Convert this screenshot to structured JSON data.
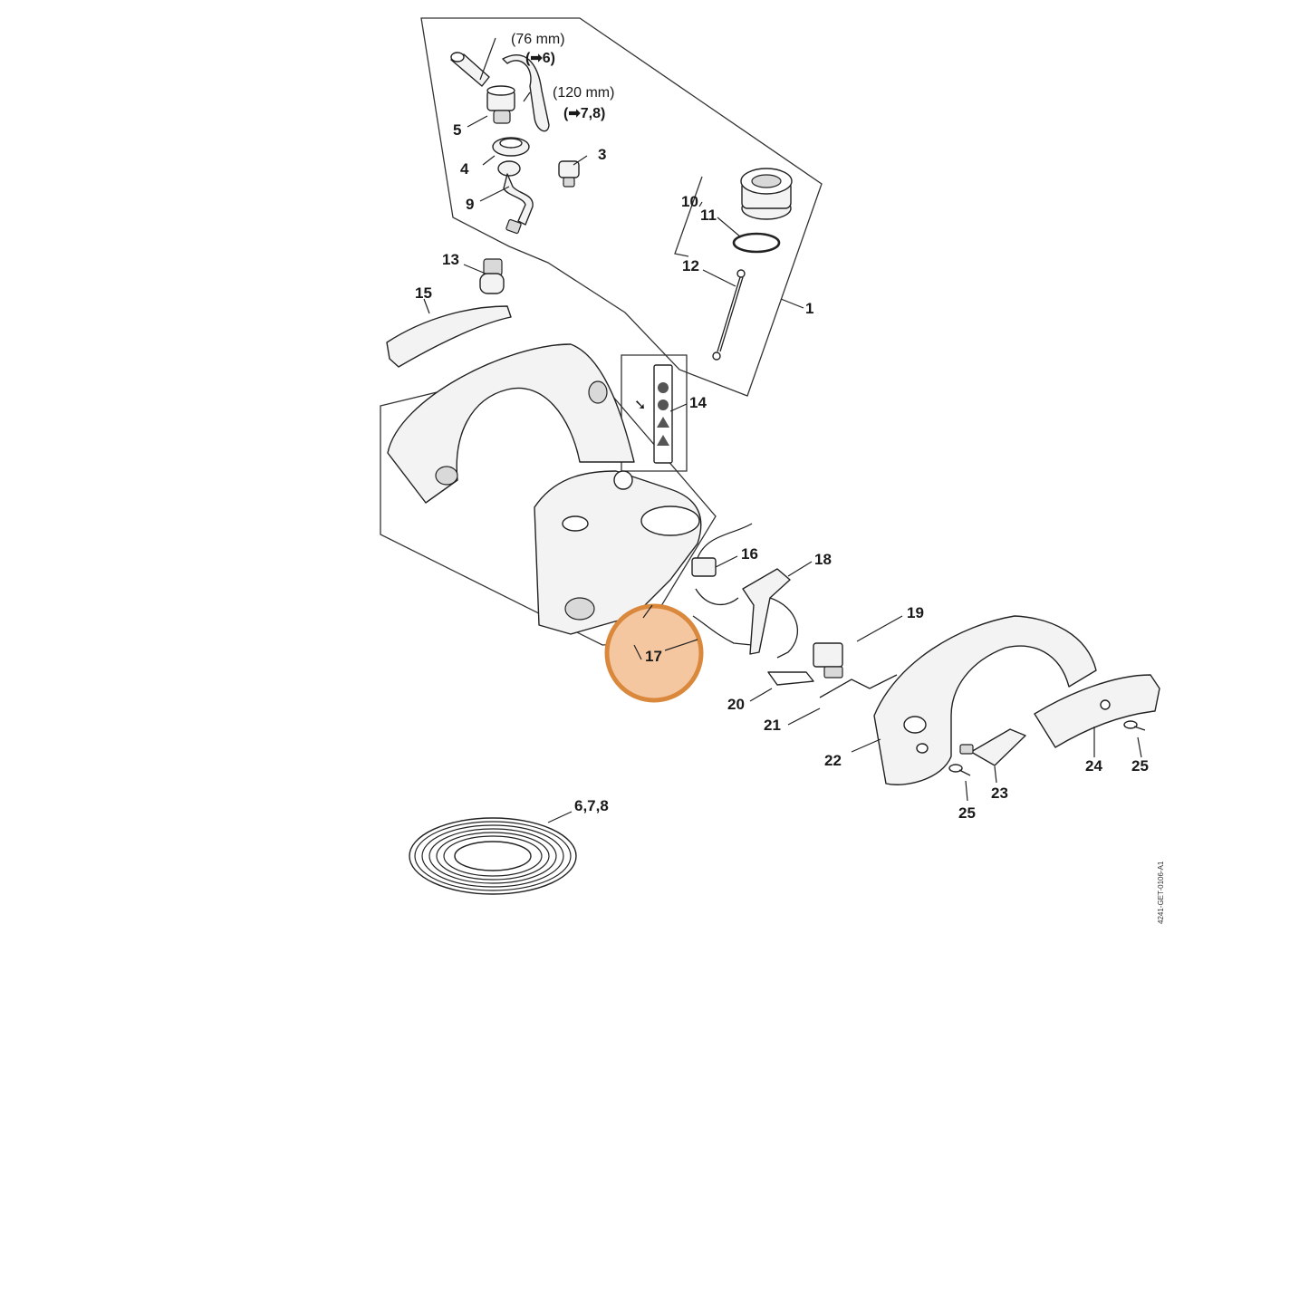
{
  "diagram": {
    "highlight_color": "#d9883c",
    "highlight_fill": "#f4c7a0",
    "highlighted_callout": "17",
    "doc_id": "4241-GET-0106-A1",
    "notes": {
      "hose_short_length": "(76 mm)",
      "hose_short_ref": "6",
      "hose_long_length": "(120 mm)",
      "hose_long_ref": "7,8",
      "arrow_glyph": "➡"
    },
    "callouts": {
      "c1": "1",
      "c3": "3",
      "c4": "4",
      "c5": "5",
      "c678": "6,7,8",
      "c9": "9",
      "c10": "10",
      "c11": "11",
      "c12": "12",
      "c13": "13",
      "c14": "14",
      "c15": "15",
      "c16": "16",
      "c17": "17",
      "c18": "18",
      "c19": "19",
      "c20": "20",
      "c21": "21",
      "c22": "22",
      "c23": "23",
      "c24": "24",
      "c25a": "25",
      "c25b": "25"
    }
  }
}
